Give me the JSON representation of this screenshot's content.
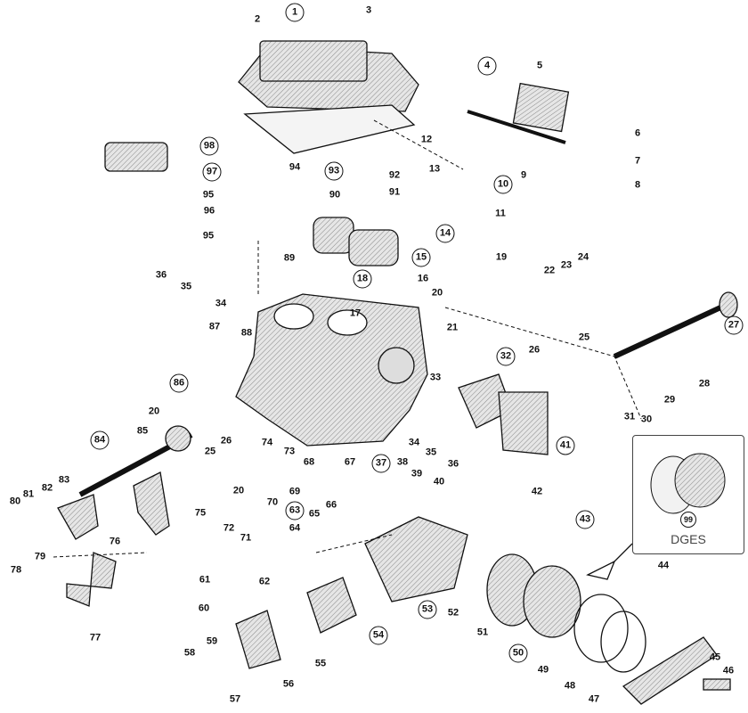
{
  "diagram": {
    "callouts": [
      {
        "label": "1",
        "circled": true
      },
      {
        "label": "2",
        "circled": false
      },
      {
        "label": "3",
        "circled": false
      },
      {
        "label": "4",
        "circled": true
      },
      {
        "label": "5",
        "circled": false
      },
      {
        "label": "6",
        "circled": false
      },
      {
        "label": "7",
        "circled": false
      },
      {
        "label": "8",
        "circled": false
      },
      {
        "label": "9",
        "circled": false
      },
      {
        "label": "10",
        "circled": true
      },
      {
        "label": "11",
        "circled": false
      },
      {
        "label": "12",
        "circled": false
      },
      {
        "label": "13",
        "circled": false
      },
      {
        "label": "92",
        "circled": false
      },
      {
        "label": "91",
        "circled": false
      },
      {
        "label": "14",
        "circled": true
      },
      {
        "label": "93",
        "circled": true
      },
      {
        "label": "94",
        "circled": false
      },
      {
        "label": "97",
        "circled": true
      },
      {
        "label": "98",
        "circled": true
      },
      {
        "label": "95",
        "circled": false
      },
      {
        "label": "96",
        "circled": false
      },
      {
        "label": "95",
        "circled": false
      },
      {
        "label": "90",
        "circled": false
      },
      {
        "label": "89",
        "circled": false
      },
      {
        "label": "15",
        "circled": true
      },
      {
        "label": "19",
        "circled": false
      },
      {
        "label": "24",
        "circled": false
      },
      {
        "label": "23",
        "circled": false
      },
      {
        "label": "22",
        "circled": false
      },
      {
        "label": "36",
        "circled": false
      },
      {
        "label": "35",
        "circled": false
      },
      {
        "label": "34",
        "circled": false
      },
      {
        "label": "18",
        "circled": true
      },
      {
        "label": "16",
        "circled": false
      },
      {
        "label": "17",
        "circled": false
      },
      {
        "label": "20",
        "circled": false
      },
      {
        "label": "21",
        "circled": false
      },
      {
        "label": "26",
        "circled": false
      },
      {
        "label": "25",
        "circled": false
      },
      {
        "label": "27",
        "circled": true
      },
      {
        "label": "28",
        "circled": false
      },
      {
        "label": "29",
        "circled": false
      },
      {
        "label": "30",
        "circled": false
      },
      {
        "label": "32",
        "circled": true
      },
      {
        "label": "33",
        "circled": false
      },
      {
        "label": "31",
        "circled": false
      },
      {
        "label": "41",
        "circled": true
      },
      {
        "label": "87",
        "circled": false
      },
      {
        "label": "88",
        "circled": false
      },
      {
        "label": "86",
        "circled": true
      },
      {
        "label": "20",
        "circled": false
      },
      {
        "label": "85",
        "circled": false
      },
      {
        "label": "84",
        "circled": true
      },
      {
        "label": "26",
        "circled": false
      },
      {
        "label": "25",
        "circled": false
      },
      {
        "label": "74",
        "circled": false
      },
      {
        "label": "73",
        "circled": false
      },
      {
        "label": "68",
        "circled": false
      },
      {
        "label": "67",
        "circled": false
      },
      {
        "label": "37",
        "circled": true
      },
      {
        "label": "38",
        "circled": false
      },
      {
        "label": "39",
        "circled": false
      },
      {
        "label": "40",
        "circled": false
      },
      {
        "label": "34",
        "circled": false
      },
      {
        "label": "35",
        "circled": false
      },
      {
        "label": "36",
        "circled": false
      },
      {
        "label": "20",
        "circled": false
      },
      {
        "label": "69",
        "circled": false
      },
      {
        "label": "83",
        "circled": false
      },
      {
        "label": "81",
        "circled": false
      },
      {
        "label": "82",
        "circled": false
      },
      {
        "label": "80",
        "circled": false
      },
      {
        "label": "75",
        "circled": false
      },
      {
        "label": "76",
        "circled": false
      },
      {
        "label": "72",
        "circled": false
      },
      {
        "label": "71",
        "circled": false
      },
      {
        "label": "70",
        "circled": false
      },
      {
        "label": "63",
        "circled": true
      },
      {
        "label": "65",
        "circled": false
      },
      {
        "label": "66",
        "circled": false
      },
      {
        "label": "64",
        "circled": false
      },
      {
        "label": "42",
        "circled": false
      },
      {
        "label": "43",
        "circled": true
      },
      {
        "label": "79",
        "circled": false
      },
      {
        "label": "78",
        "circled": false
      },
      {
        "label": "62",
        "circled": false
      },
      {
        "label": "61",
        "circled": false
      },
      {
        "label": "60",
        "circled": false
      },
      {
        "label": "54",
        "circled": true
      },
      {
        "label": "53",
        "circled": true
      },
      {
        "label": "52",
        "circled": false
      },
      {
        "label": "51",
        "circled": false
      },
      {
        "label": "50",
        "circled": true
      },
      {
        "label": "44",
        "circled": false
      },
      {
        "label": "77",
        "circled": false
      },
      {
        "label": "59",
        "circled": false
      },
      {
        "label": "58",
        "circled": false
      },
      {
        "label": "55",
        "circled": false
      },
      {
        "label": "56",
        "circled": false
      },
      {
        "label": "57",
        "circled": false
      },
      {
        "label": "49",
        "circled": false
      },
      {
        "label": "48",
        "circled": false
      },
      {
        "label": "47",
        "circled": false
      },
      {
        "label": "45",
        "circled": false
      },
      {
        "label": "46",
        "circled": false
      }
    ],
    "inset": {
      "label": "DGES",
      "callout": "99"
    },
    "colors": {
      "ink": "#111111",
      "part_fill": "#d9d9d9",
      "part_shade": "#8a8a8a"
    }
  }
}
